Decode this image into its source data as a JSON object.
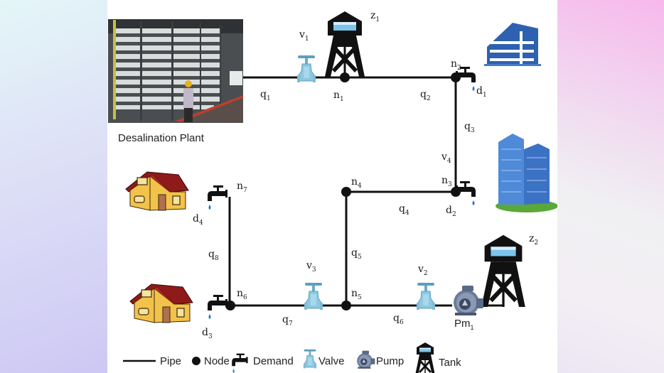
{
  "diagram": {
    "plant_caption": "Desalination Plant",
    "colors": {
      "pipe": "#111111",
      "node": "#111111",
      "valve": "#7fbcd6",
      "water": "#1e78d8",
      "tank_window": "#7cc4ee",
      "building": "#2e62b0",
      "tower_glass": "#4f8ad8",
      "grass": "#5aa83a",
      "house_wall": "#f2c24a",
      "house_roof": "#8e1a1a",
      "pump": "#6c7c98"
    },
    "labels": {
      "q1": {
        "base": "q",
        "sub": "1"
      },
      "q2": {
        "base": "q",
        "sub": "2"
      },
      "q3": {
        "base": "q",
        "sub": "3"
      },
      "q4": {
        "base": "q",
        "sub": "4"
      },
      "q5": {
        "base": "q",
        "sub": "5"
      },
      "q6": {
        "base": "q",
        "sub": "6"
      },
      "q7": {
        "base": "q",
        "sub": "7"
      },
      "q8": {
        "base": "q",
        "sub": "8"
      },
      "n1": {
        "base": "n",
        "sub": "1"
      },
      "n2": {
        "base": "n",
        "sub": "2"
      },
      "n3": {
        "base": "n",
        "sub": "3"
      },
      "n4": {
        "base": "n",
        "sub": "4"
      },
      "n5": {
        "base": "n",
        "sub": "5"
      },
      "n6": {
        "base": "n",
        "sub": "6"
      },
      "n7": {
        "base": "n",
        "sub": "7"
      },
      "v1": {
        "base": "v",
        "sub": "1"
      },
      "v2": {
        "base": "v",
        "sub": "2"
      },
      "v3": {
        "base": "v",
        "sub": "3"
      },
      "v4": {
        "base": "v",
        "sub": "4"
      },
      "d1": {
        "base": "d",
        "sub": "1"
      },
      "d2": {
        "base": "d",
        "sub": "2"
      },
      "d3": {
        "base": "d",
        "sub": "3"
      },
      "d4": {
        "base": "d",
        "sub": "4"
      },
      "z1": {
        "base": "z",
        "sub": "1"
      },
      "z2": {
        "base": "z",
        "sub": "2"
      },
      "pm1": {
        "base": "Pm",
        "sub": "1"
      }
    },
    "legend": {
      "pipe": "Pipe",
      "node": "Node",
      "demand": "Demand",
      "valve": "Valve",
      "pump": "Pump",
      "tank": "Tank"
    }
  }
}
